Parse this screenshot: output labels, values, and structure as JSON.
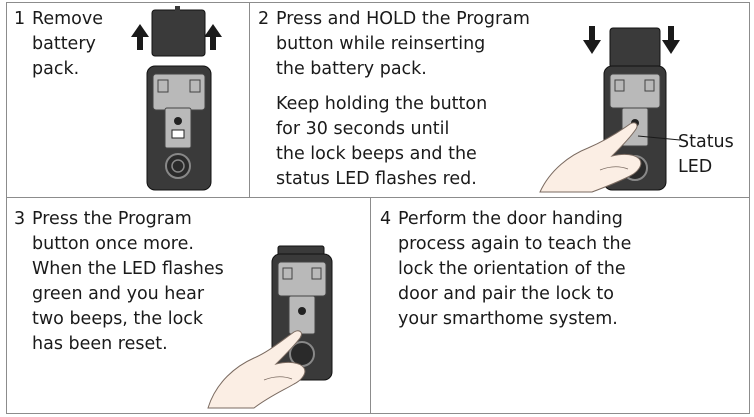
{
  "steps": [
    {
      "number": "1",
      "lines": [
        "Remove",
        "battery",
        "pack."
      ]
    },
    {
      "number": "2",
      "lines": [
        "Press and HOLD the Program",
        "button while reinserting",
        "the battery pack."
      ],
      "note_lines": [
        "Keep holding the button",
        "for 30 seconds until",
        "the lock beeps and the",
        "status LED flashes red."
      ]
    },
    {
      "number": "3",
      "lines": [
        "Press the Program",
        "button once more.",
        "When the LED flashes",
        "green and you hear",
        "two beeps, the lock",
        "has been reset."
      ]
    },
    {
      "number": "4",
      "lines": [
        "Perform the door handing",
        "process again to teach the",
        "lock the orientation of the",
        "door and pair the lock to",
        "your smarthome system."
      ]
    }
  ],
  "callout": {
    "lines": [
      "Status",
      "LED"
    ]
  },
  "icons": [
    "arrow-up-icon",
    "arrow-down-icon",
    "hand-icon",
    "lock-illustration"
  ],
  "colors": {
    "lock_body": "#3a3a3a",
    "lock_plate": "#b9b9b9",
    "skin": "#fbeee4",
    "border": "#8c8c8c"
  }
}
